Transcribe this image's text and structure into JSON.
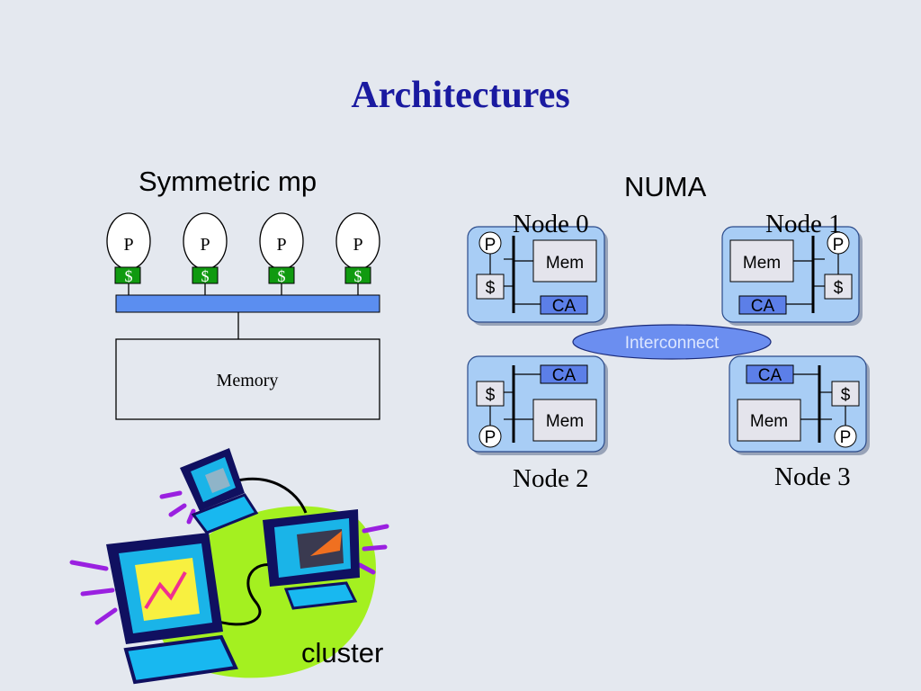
{
  "title": "Architectures",
  "smp": {
    "title": "Symmetric mp",
    "processor_label": "P",
    "cache_label": "$",
    "memory_label": "Memory",
    "cache_color": "#109a10",
    "bus_color": "#5b8ef0"
  },
  "numa": {
    "title": "NUMA",
    "interconnect_label": "Interconnect",
    "node_fill": "#a8cdf5",
    "ca_color": "#5c7fe8",
    "interconnect_color": "#6b8ef0",
    "nodes": [
      {
        "label": "Node 0",
        "p": "P",
        "cache": "$",
        "mem": "Mem",
        "ca": "CA"
      },
      {
        "label": "Node 1",
        "p": "P",
        "cache": "$",
        "mem": "Mem",
        "ca": "CA"
      },
      {
        "label": "Node 2",
        "p": "P",
        "cache": "$",
        "mem": "Mem",
        "ca": "CA"
      },
      {
        "label": "Node 3",
        "p": "P",
        "cache": "$",
        "mem": "Mem",
        "ca": "CA"
      }
    ]
  },
  "cluster": {
    "label": "cluster",
    "icon": "networked-computers-icon"
  }
}
